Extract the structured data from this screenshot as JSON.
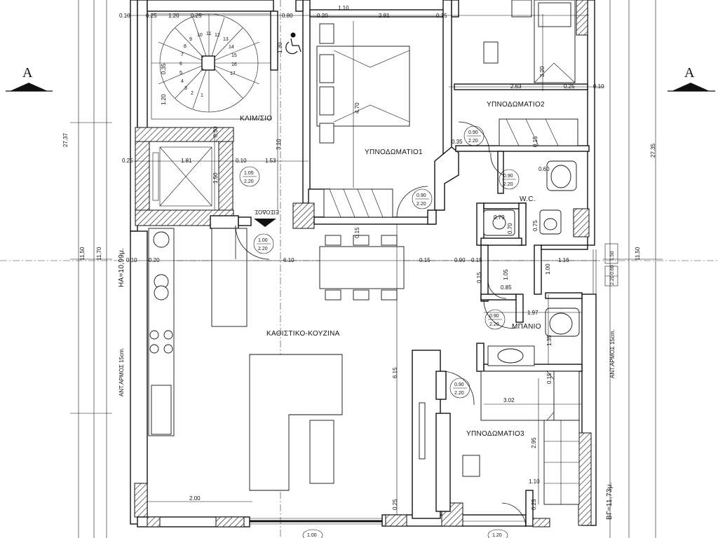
{
  "rooms": {
    "stair": "ΚΛΙΜ/ΣΙΟ",
    "bedroom1": "ΥΠΝΟΔΩΜΑΤΙΟ1",
    "bedroom2": "ΥΠΝΟΔΩΜΑΤΙΟ2",
    "bedroom3": "ΥΠΝΟΔΩΜΑΤΙΟ3",
    "living_kitchen": "ΚΑΘΙΣΤΙΚΟ-ΚΟΥΖΙΝΑ",
    "bathroom": "ΜΠΑΝΙΟ",
    "wc": "W.C.",
    "entrance": "ΕΙΣΟΔΟΣ"
  },
  "section_markers": {
    "left": "A",
    "right": "A"
  },
  "levels": {
    "ha": "ΗΑ=10,99μ.",
    "bf": "ΒΓ=11,73μ."
  },
  "joint_notes": {
    "left": "ΑΝΤ.ΑΡΜΟΣ 15cm.",
    "right": "ΑΝΤ.ΑΡΜΟΣ 15cm."
  },
  "overall_dims": {
    "left_outer": "27,37",
    "left_inner": "11,50",
    "left_inner2": "11,70",
    "right_outer": "27,35",
    "right_inner": "11,50"
  },
  "stair_steps": [
    "1",
    "2",
    "3",
    "4",
    "5",
    "6",
    "7",
    "8",
    "9",
    "10",
    "11",
    "12",
    "13",
    "14",
    "15",
    "16",
    "17"
  ],
  "dims": {
    "d_010": "0.10",
    "d_025a": "0.25",
    "d_120a": "1.20",
    "d_025b": "0.25",
    "d_080": "0.80",
    "d_020": "0.20",
    "d_110": "1.10",
    "d_281": "2.81",
    "d_015a": "0.15",
    "d_130": "1.30",
    "d_035": "0.35",
    "d_120b": "1.20",
    "d_470": "4.70",
    "d_030": "0.30",
    "d_310": "3.10",
    "d_025c": "0.25",
    "d_181": "1.81",
    "d_010b": "0.10",
    "d_153": "1.53",
    "d_150": "1.50",
    "d_320": "3.20",
    "d_263": "2.63",
    "d_025d": "0.25",
    "d_010c": "0.10",
    "d_035b": "0.35",
    "d_015b": "0.15",
    "d_060": "0.60",
    "d_079": "0.79",
    "d_070": "0.70",
    "d_075": "0.75",
    "d_015c": "0.15",
    "d_610": "6.10",
    "d_015d": "0.15",
    "d_090": "0.90",
    "d_015e": "0.15",
    "d_105": "1.05",
    "d_100": "1.00",
    "d_116": "1.16",
    "d_085": "0.85",
    "d_197": "1.97",
    "d_135": "1.35",
    "d_615": "6.15",
    "d_015f": "0.15",
    "d_302": "3.02",
    "d_295": "2.95",
    "d_110b": "1.10",
    "d_200": "2.00",
    "d_025e": "0.25",
    "d_025f": "0.25",
    "d_020b": "0.20",
    "d_010d": "0.10",
    "d_015g": "0.15"
  },
  "door_tags": [
    {
      "w": "0.90",
      "h": "2.20"
    },
    {
      "w": "1.05",
      "h": "2.20"
    },
    {
      "w": "0.90",
      "h": "2.20"
    },
    {
      "w": "0.90",
      "h": "2.20"
    },
    {
      "w": "1.00",
      "h": "2.20"
    },
    {
      "w": "0.90",
      "h": "2.20"
    },
    {
      "w": "0.90",
      "h": "2.20"
    },
    {
      "w": "0.60",
      "h": "2.20"
    },
    {
      "w": "1.50",
      "h": ""
    },
    {
      "w": "1.00",
      "h": ""
    },
    {
      "w": "1.20",
      "h": ""
    }
  ],
  "icons": {
    "accessibility": "wheelchair-icon"
  }
}
